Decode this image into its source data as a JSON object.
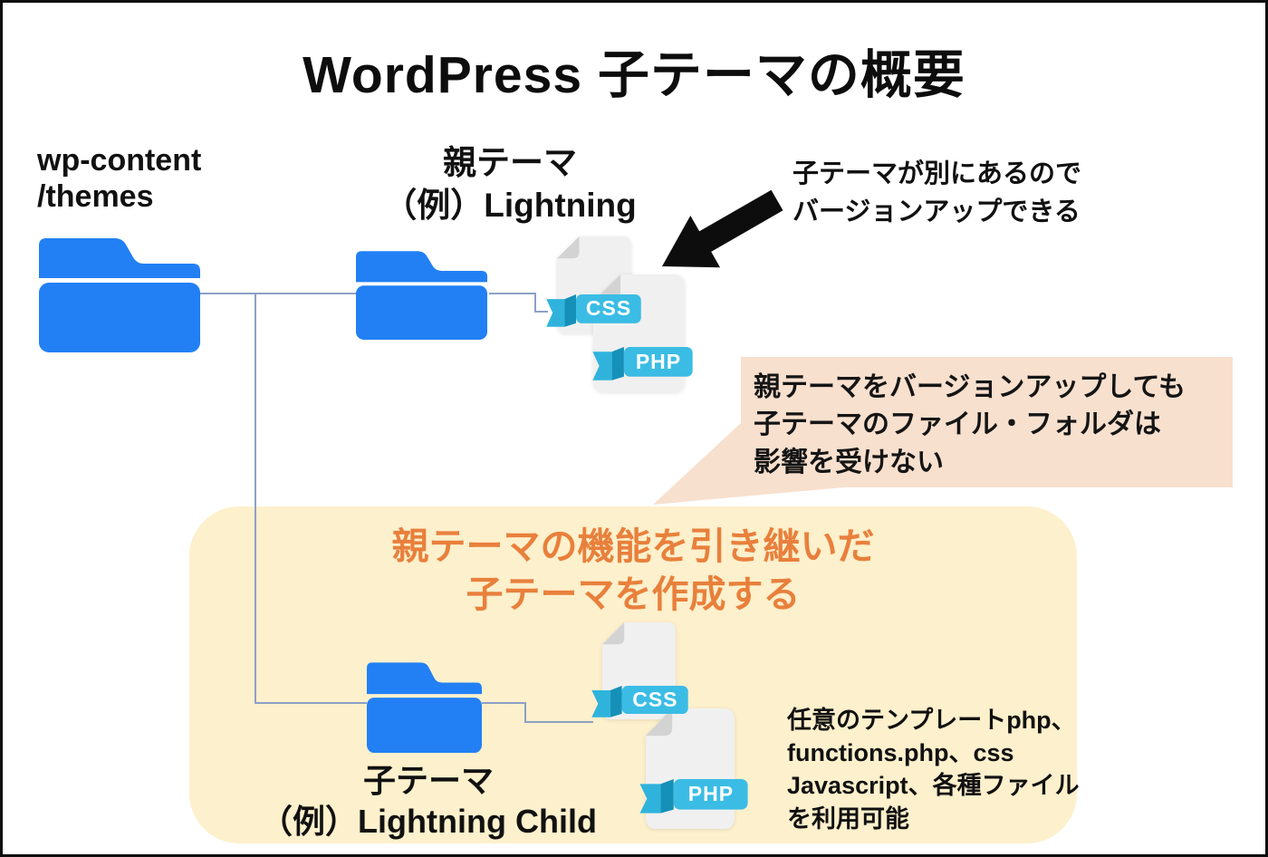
{
  "title": "WordPress 子テーマの概要",
  "colors": {
    "folder_blue": "#2280f4",
    "ribbon_main": "#3abce5",
    "ribbon_tail": "#2fb3dc",
    "ribbon_fold": "#1590b8",
    "file_gray": "#f0f0f0",
    "file_fold_gray": "#d3d3d3",
    "note_peach": "#f8e0ce",
    "panel_yellow": "#fdf0cc",
    "accent_orange": "#e8803c",
    "connector": "#8ca0c6"
  },
  "tree": {
    "root": {
      "label_line1": "wp-content",
      "label_line2": "/themes"
    },
    "parent_theme": {
      "label_line1": "親テーマ",
      "label_line2": "（例）Lightning",
      "files": [
        "CSS",
        "PHP"
      ]
    },
    "child_theme": {
      "label_line1": "子テーマ",
      "label_line2": "（例）Lightning Child",
      "files": [
        "CSS",
        "PHP"
      ]
    }
  },
  "annotations": {
    "version_up": {
      "line1": "子テーマが別にあるので",
      "line2": "バージョンアップできる"
    },
    "no_impact": {
      "line1": "親テーマをバージョンアップしても",
      "line2": "子テーマのファイル・フォルダは",
      "line3": "影響を受けない"
    },
    "panel_heading": {
      "line1": "親テーマの機能を引き継いだ",
      "line2": "子テーマを作成する"
    },
    "usable_files": {
      "line1": "任意のテンプレートphp、",
      "line2": "functions.php、css",
      "line3": "Javascript、各種ファイル",
      "line4": "を利用可能"
    }
  }
}
